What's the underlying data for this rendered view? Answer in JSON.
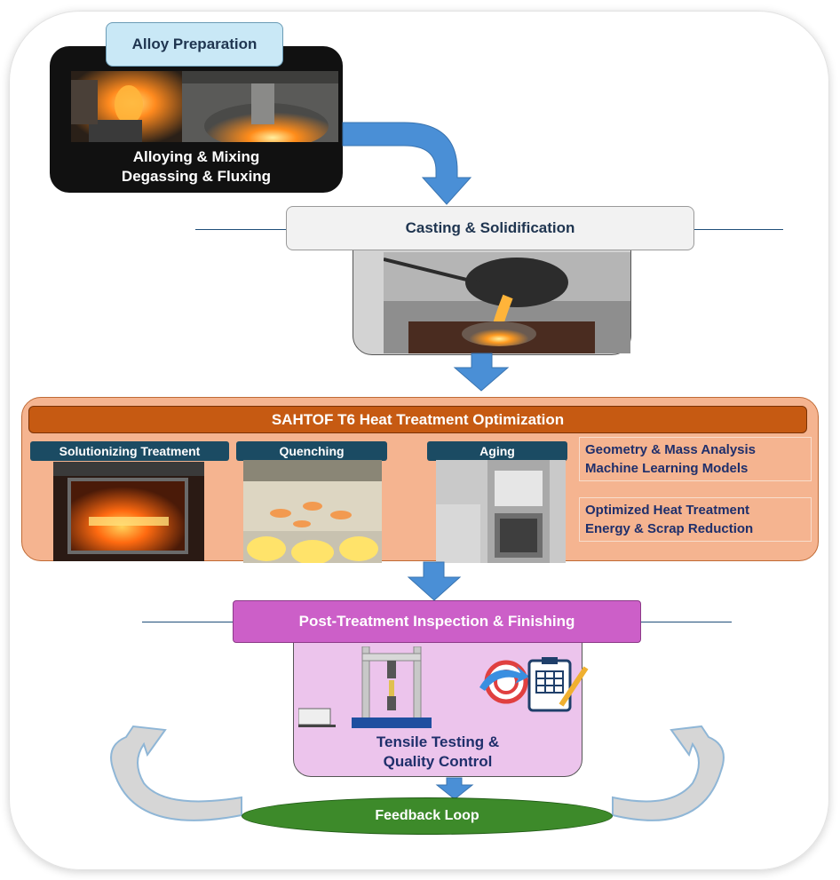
{
  "alloy_preparation": {
    "title": "Alloy Preparation",
    "line1": "Alloying & Mixing",
    "line2": "Degassing & Fluxing"
  },
  "casting": {
    "title": "Casting & Solidification"
  },
  "sahtof": {
    "title": "SAHTOF T6 Heat Treatment Optimization",
    "steps": [
      {
        "label": "Solutionizing Treatment"
      },
      {
        "label": "Quenching"
      },
      {
        "label": "Aging"
      }
    ],
    "analysis": {
      "line1": "Geometry & Mass Analysis",
      "line2": "Machine Learning Models"
    },
    "outcome": {
      "line1": "Optimized Heat Treatment",
      "line2": "Energy & Scrap Reduction"
    }
  },
  "post_treatment": {
    "title": "Post-Treatment Inspection & Finishing",
    "line1": "Tensile Testing &",
    "line2": "Quality Control"
  },
  "feedback": {
    "label": "Feedback Loop"
  },
  "colors": {
    "flow_arrow": "#4a8fd6",
    "sahtof_fill": "#f5b490",
    "sahtof_title": "#c65a12",
    "post_title": "#cc5fc8",
    "post_fill": "#ecc4ec",
    "feedback_fill": "#3d8a2a",
    "alloy_title_fill": "#c9e8f6"
  }
}
